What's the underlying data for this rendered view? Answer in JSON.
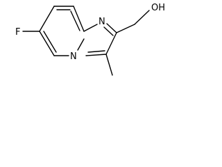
{
  "molecule": {
    "atoms": {
      "fluorine": "F",
      "nitrogen_ring": "N",
      "nitrogen_bridge": "N",
      "hydroxyl": "OH"
    },
    "colors": {
      "bond": "#000000",
      "label": "#000000",
      "background": "#ffffff"
    }
  }
}
